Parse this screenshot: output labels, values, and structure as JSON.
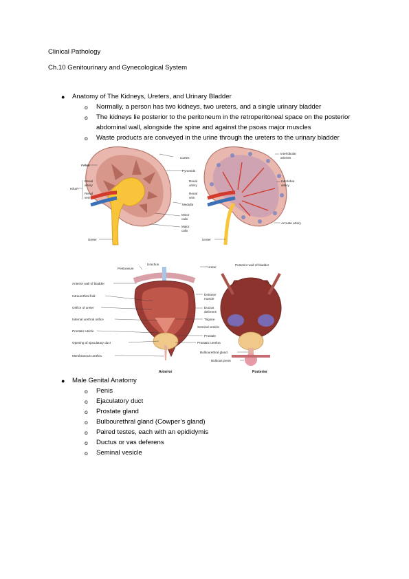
{
  "header": {
    "course": "Clinical Pathology",
    "chapter": "Ch.10  Genitourinary and Gynecological System"
  },
  "section1": {
    "title": "Anatomy of The Kidneys, Ureters, and Urinary Bladder",
    "items": [
      "Normally, a person has two kidneys, two ureters, and a single urinary bladder",
      "The kidneys lie posterior to the peritoneum in the retroperitoneal space on the posterior",
      "abdominal wall, alongside the spine and against the psoas major muscles",
      "Waste products are conveyed in the urine through the ureters to the urinary bladder"
    ]
  },
  "kidney_figure": {
    "labels": {
      "cortex": "Cortex",
      "pelvis": "Pelvis",
      "pyramids": "Pyramids",
      "hilum": "Hilum",
      "renal_artery_a": "Renal",
      "renal_artery_b": "artery",
      "renal_vein_a": "Renal",
      "renal_vein_b": "vein",
      "renal_artery2_a": "Renal",
      "renal_artery2_b": "artery",
      "renal_vein2_a": "Renal",
      "renal_vein2_b": "vein",
      "medulla": "Medulla",
      "minor_calix_a": "Minor",
      "minor_calix_b": "calix",
      "major_calix_a": "Major",
      "major_calix_b": "calix",
      "ureter_left": "Ureter",
      "ureter_mid": "Ureter",
      "interlobular_a": "Interlobular",
      "interlobular_b": "arteries",
      "interlobar_a": "Interlobar",
      "interlobar_b": "artery",
      "arcuate": "Arcuate artery"
    }
  },
  "bladder_figure": {
    "labels": {
      "urachus": "Urachus",
      "peritoneum": "Peritoneum",
      "ureter": "Ureter",
      "posterior_wall": "Posterior wall of bladder",
      "anterior_wall": "Anterior wall of bladder",
      "intraurethral_fold": "Intraurethral fold",
      "orifice_ureter": "Orifice of ureter",
      "internal_orifice": "Internal urethral orifice",
      "prostatic_utricle": "Prostatic utricle",
      "ejaculatory_opening": "Opening of ejaculatory duct",
      "membranous_urethra": "Membranous urethra",
      "detrusor_a": "Detrusor",
      "detrusor_b": "muscle",
      "ductus_a": "Ductus",
      "ductus_b": "deferens",
      "trigone": "Trigone",
      "seminal_vesicle": "Seminal vesicle",
      "prostate": "Prostate",
      "prostatic_urethra": "Prostatic urethra",
      "bulbourethral": "Bulbourethral gland",
      "bulbous_penis": "Bulbous penis",
      "anterior": "Anterior",
      "posterior": "Posterior"
    }
  },
  "section2": {
    "title": "Male Genital Anatomy",
    "items": [
      "Penis",
      "Ejaculatory duct",
      "Prostate gland",
      "Bulbourethral gland (Cowper’s gland)",
      "Paired testes, each with an epididymis",
      "Ductus or vas deferens",
      "Seminal vesicle"
    ]
  },
  "colors": {
    "cortex": "#e9b7ad",
    "medulla": "#c9867a",
    "pelvis": "#f7c43a",
    "artery": "#d23a2b",
    "vein": "#3b6fb6",
    "bladder": "#9b3b35",
    "prostate": "#f0c98a"
  },
  "icons": {
    "bullet": "filled-circle",
    "sub_bullet": "hollow-circle"
  }
}
